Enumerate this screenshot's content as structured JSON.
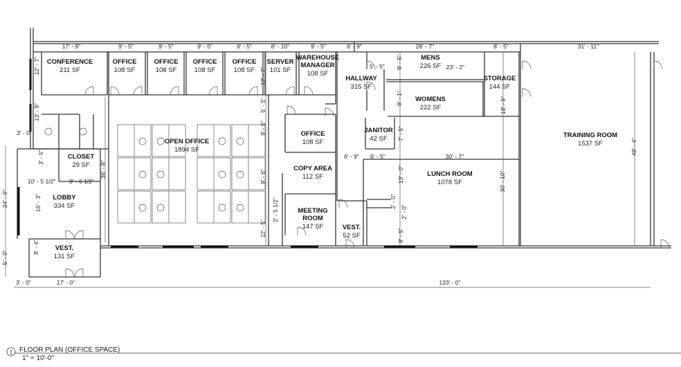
{
  "rooms": [
    {
      "name": "CONFERENCE",
      "area": "211 SF"
    },
    {
      "name": "OFFICE",
      "area": "108 SF"
    },
    {
      "name": "OFFICE",
      "area": "108 SF"
    },
    {
      "name": "OFFICE",
      "area": "108 SF"
    },
    {
      "name": "OFFICE",
      "area": "108 SF"
    },
    {
      "name": "SERVER",
      "area": "101 SF"
    },
    {
      "name": "WAREHOUSE MANAGER",
      "area": "108 SF"
    },
    {
      "name": "OPEN OFFICE",
      "area": "1894 SF"
    },
    {
      "name": "CLOSET",
      "area": "29 SF"
    },
    {
      "name": "LOBBY",
      "area": "334 SF"
    },
    {
      "name": "VEST.",
      "area": "131 SF"
    },
    {
      "name": "OFFICE",
      "area": "108 SF"
    },
    {
      "name": "COPY AREA",
      "area": "112 SF"
    },
    {
      "name": "MEETING ROOM",
      "area": "147 SF"
    },
    {
      "name": "HALLWAY",
      "area": "315 SF"
    },
    {
      "name": "MENS",
      "area": "226 SF"
    },
    {
      "name": "WOMENS",
      "area": "222 SF"
    },
    {
      "name": "STORAGE",
      "area": "144 SF"
    },
    {
      "name": "JANITOR",
      "area": "42 SF"
    },
    {
      "name": "VEST.",
      "area": "52 SF"
    },
    {
      "name": "LUNCH ROOM",
      "area": "1078 SF"
    },
    {
      "name": "TRAINING ROOM",
      "area": "1537 SF"
    }
  ],
  "dimensions": [
    "17' - 9\"",
    "9' - 5\"",
    "9' - 5\"",
    "9' - 5\"",
    "9' - 5\"",
    "8' - 10\"",
    "9' - 5\"",
    "6' - 9\"",
    "28' - 7\"",
    "8' - 5\"",
    "31' - 11\"",
    "12' - 7\"",
    "13' - 9\"",
    "3' - 0\"",
    "3' - 5\"",
    "36' - 9\"",
    "10' - 5 1/2\"",
    "8' - 6 1/2\"",
    "24' - 0\"",
    "16' - 3\"",
    "8' - 4\"",
    "5' - 0\"",
    "3' - 0\"",
    "17' - 0\"",
    "133' - 0\"",
    "12' - 7\"",
    "5' - 5\"",
    "9' - 5\"",
    "9' - 6\"",
    "2' - 5 1/2\"",
    "12' - 5\"",
    "5' - 5\"",
    "9' - 5\"",
    "23' - 2\"",
    "9' - 1\"",
    "18' - 6\"",
    "49' - 4\"",
    "7' - 5\"",
    "6' - 9\"",
    "6' - 5\"",
    "30' - 7\"",
    "13' - 0\"",
    "30' - 10\"",
    "2' - 0\"",
    "2' - 0\"",
    "8' - 5\""
  ],
  "title_block": {
    "number": "1",
    "title": "FLOOR PLAN (OFFICE SPACE)",
    "scale": "1\" = 10'-0\""
  }
}
